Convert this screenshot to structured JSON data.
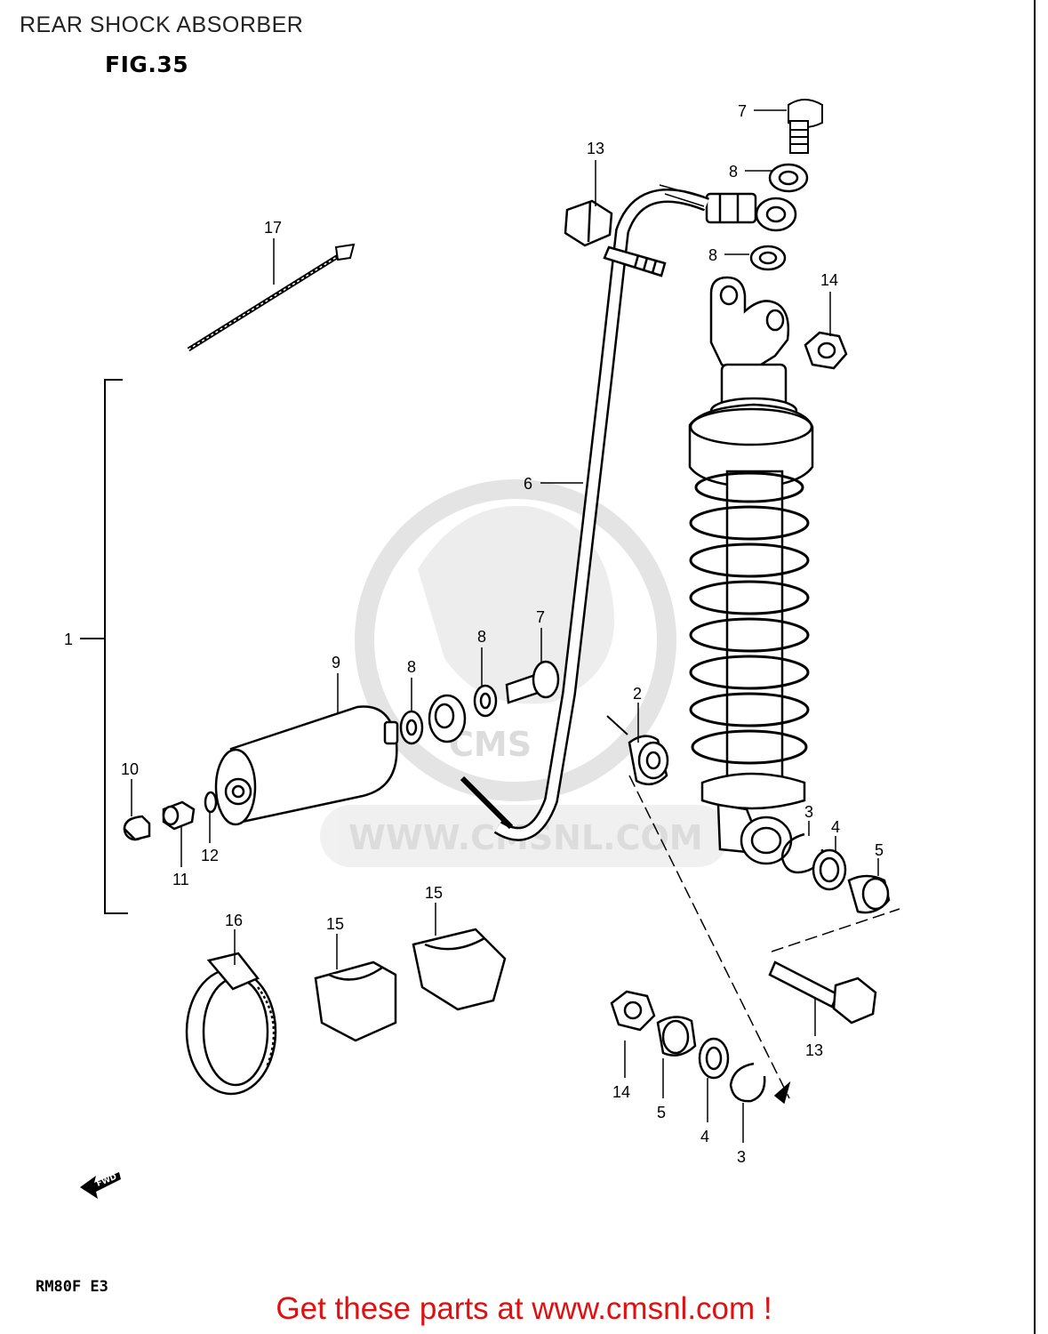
{
  "header": {
    "title": "REAR SHOCK ABSORBER",
    "figure": "FIG.35"
  },
  "footer": {
    "model": "RM80F E3",
    "cta": "Get these parts at www.cmsnl.com !"
  },
  "watermark": {
    "text": "WWW.CMSNL.COM",
    "logo": "CMS"
  },
  "fwd_arrow": {
    "label": "FWD"
  },
  "callouts": [
    "7",
    "8",
    "13",
    "8",
    "17",
    "14",
    "1",
    "6",
    "9",
    "8",
    "8",
    "7",
    "2",
    "10",
    "11",
    "12",
    "3",
    "4",
    "5",
    "16",
    "15",
    "15",
    "13",
    "14",
    "5",
    "4",
    "3"
  ],
  "colors": {
    "footer": "#e01010",
    "watermark": "#d9d9d9",
    "line": "#000000"
  }
}
